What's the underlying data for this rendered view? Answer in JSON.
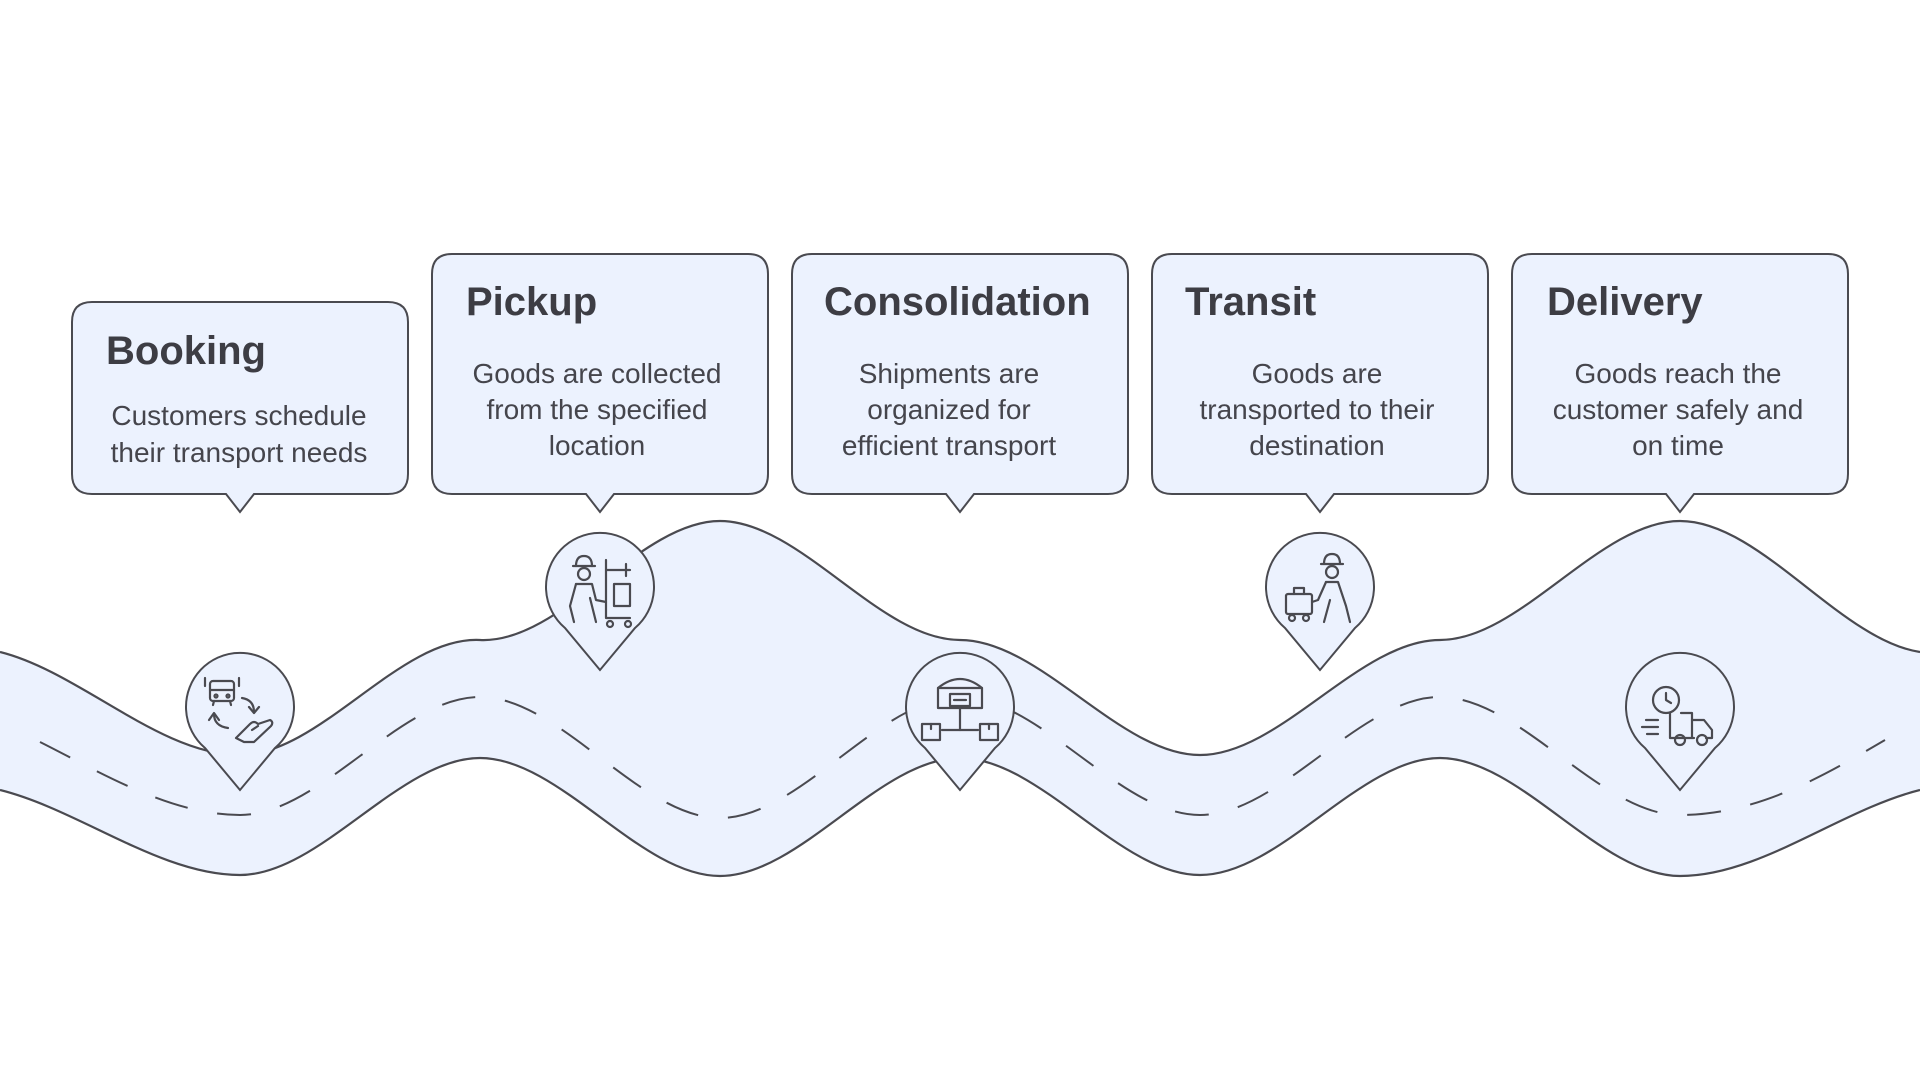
{
  "diagram": {
    "steps": [
      {
        "title": "Booking",
        "description": [
          "Customers schedule",
          "their transport needs"
        ],
        "icon": "booking-transport-icon"
      },
      {
        "title": "Pickup",
        "description": [
          "Goods are collected",
          "from the specified",
          "location"
        ],
        "icon": "worker-cart-icon"
      },
      {
        "title": "Consolidation",
        "description": [
          "Shipments are",
          "organized for",
          "efficient transport"
        ],
        "icon": "warehouse-network-icon"
      },
      {
        "title": "Transit",
        "description": [
          "Goods are",
          "transported to their",
          "destination"
        ],
        "icon": "porter-luggage-icon"
      },
      {
        "title": "Delivery",
        "description": [
          "Goods reach the",
          "customer safely and",
          "on time"
        ],
        "icon": "delivery-truck-clock-icon"
      }
    ],
    "colors": {
      "fill": "#ecf2fe",
      "stroke": "#4a4a50",
      "text": "#3d3d44"
    }
  }
}
